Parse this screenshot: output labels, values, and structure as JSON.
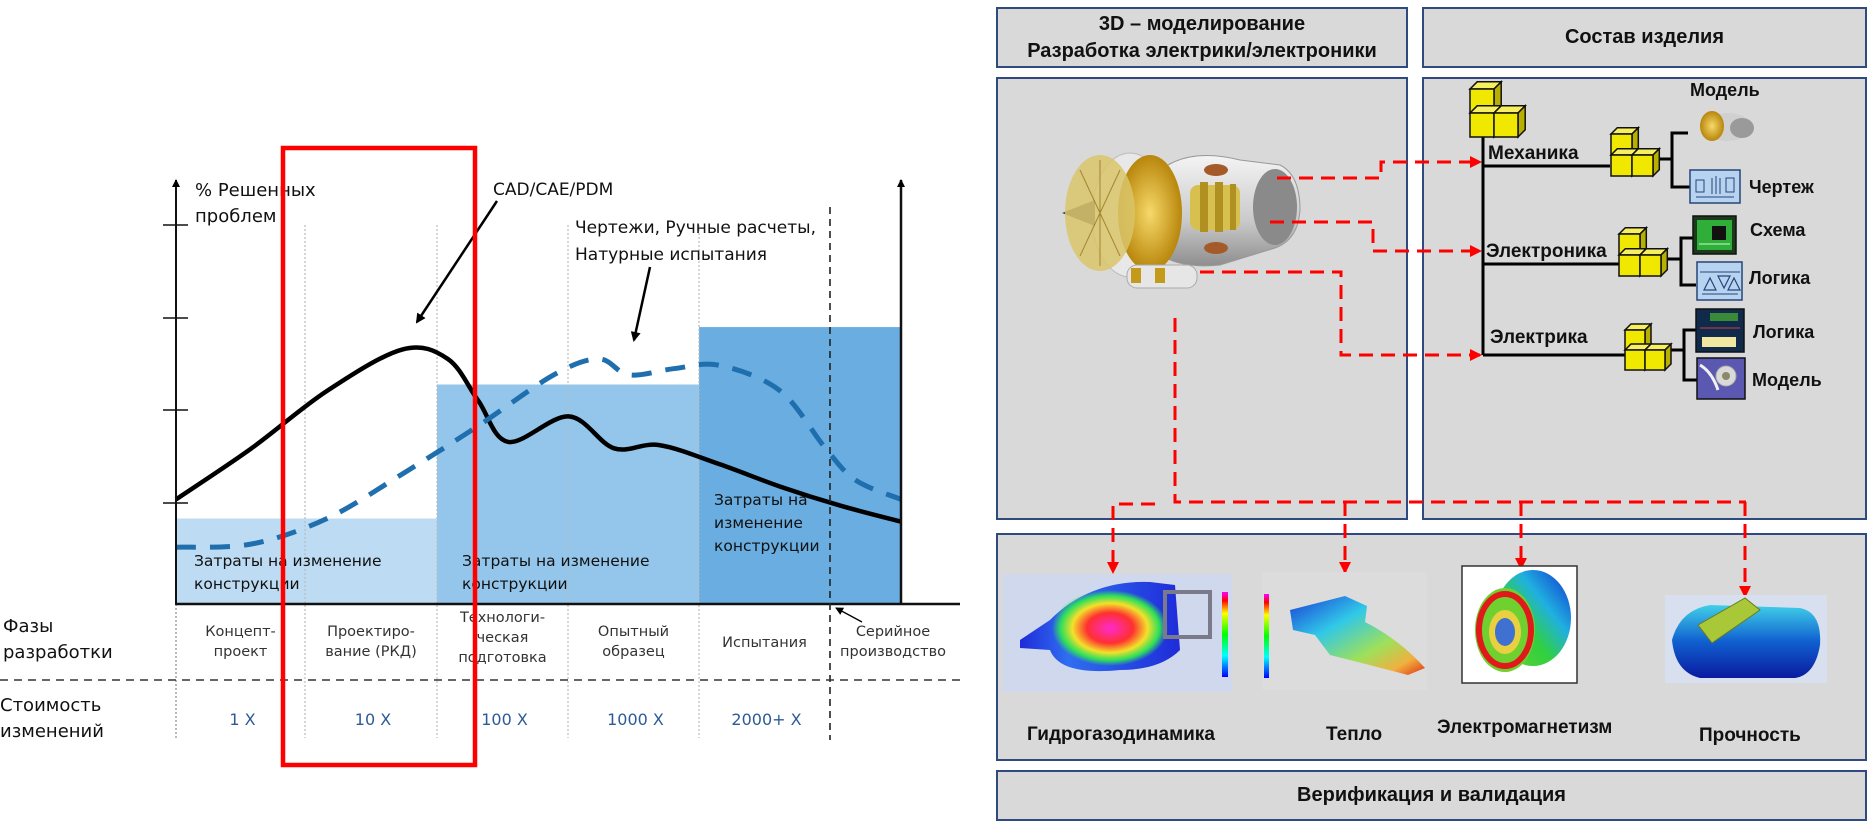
{
  "chart": {
    "y_axis_label_line1": "% Решенных",
    "y_axis_label_line2": "проблем",
    "annotation_cad": "CAD/CAE/PDM",
    "annotation_manual_line1": "Чертежи, Ручные расчеты,",
    "annotation_manual_line2": "Натурные испытания",
    "row_label_phases_line1": "Фазы",
    "row_label_phases_line2": "разработки",
    "row_label_cost_line1": "Стоимость",
    "row_label_cost_line2": "изменений",
    "cost_block_label_line1": "Затраты на изменение",
    "cost_block_label_line2": "конструкции",
    "cost_block3_line1": "Затраты на",
    "cost_block3_line2": "изменение",
    "cost_block3_line3": "конструкции",
    "serial_line1": "Серийное",
    "serial_line2": "производство",
    "highlight_color": "#ff0000"
  },
  "chart_data": {
    "type": "line",
    "title": "",
    "xlabel": "Фазы разработки",
    "ylabel": "% Решенных проблем",
    "categories": [
      "Концепт-проект",
      "Проектиро-вание (РКД)",
      "Технологи-ческая подготовка",
      "Опытный образец",
      "Испытания",
      "Серийное производство"
    ],
    "category_lines": [
      [
        "Концепт-",
        "проект"
      ],
      [
        "Проектиро-",
        "вание (РКД)"
      ],
      [
        "Технологи-",
        "ческая",
        "подготовка"
      ],
      [
        "Опытный",
        "образец"
      ],
      [
        "Испытания"
      ],
      [
        "Серийное",
        "производство"
      ]
    ],
    "cost_of_change": [
      "1 X",
      "10 X",
      "100 X",
      "1000 X",
      "2000+ X",
      ""
    ],
    "ylim": [
      0,
      100
    ],
    "x_range": [
      0,
      4.8
    ],
    "series": [
      {
        "name": "CAD/CAE/PDM",
        "style": "solid",
        "color": "#000000",
        "x": [
          0,
          0.5,
          1.0,
          1.5,
          1.8,
          2.0,
          2.2,
          2.6,
          2.9,
          3.2,
          3.6,
          4.0,
          4.4,
          4.8
        ],
        "y": [
          14,
          30,
          48,
          61,
          58,
          45,
          32,
          40,
          30,
          31,
          25,
          18,
          12,
          7
        ]
      },
      {
        "name": "Чертежи, Ручные расчеты, Натурные испытания",
        "style": "dashed",
        "color": "#1f6fae",
        "x": [
          0,
          0.5,
          1.0,
          1.5,
          2.0,
          2.5,
          2.8,
          3.0,
          3.3,
          3.6,
          4.0,
          4.3,
          4.5,
          4.8
        ],
        "y": [
          -1,
          0,
          8,
          22,
          37,
          53,
          58,
          53,
          55,
          56,
          48,
          30,
          20,
          14
        ]
      }
    ],
    "cost_blocks": [
      {
        "phases": "Концепт-проект – Проектирование",
        "level": 8,
        "color": "#bddcf3"
      },
      {
        "phases": "Технологическая подготовка – Опытный образец",
        "level": 50,
        "color": "#93c6ea"
      },
      {
        "phases": "Испытания – Серийное производство",
        "level": 68,
        "color": "#6aade0"
      }
    ],
    "highlight": "Проектирование (РКД)"
  },
  "panels": {
    "modeling_title_line1": "3D – моделирование",
    "modeling_title_line2": "Разработка электрики/электроники",
    "structure_title": "Состав изделия",
    "verification_title": "Верификация и валидация"
  },
  "tree": {
    "root_label": "Модель",
    "branches": [
      {
        "label": "Механика",
        "leaves": [
          "",
          "Чертеж"
        ]
      },
      {
        "label": "Электроника",
        "leaves": [
          "Схема",
          "Логика"
        ]
      },
      {
        "label": "Электрика",
        "leaves": [
          "Логика",
          "Модель"
        ]
      }
    ]
  },
  "simulations": [
    {
      "label": "Гидрогазодинамика",
      "icon": "cfd-simulation"
    },
    {
      "label": "Тепло",
      "icon": "thermal-simulation"
    },
    {
      "label": "Электромагнетизм",
      "icon": "em-simulation"
    },
    {
      "label": "Прочность",
      "icon": "strength-simulation"
    }
  ]
}
